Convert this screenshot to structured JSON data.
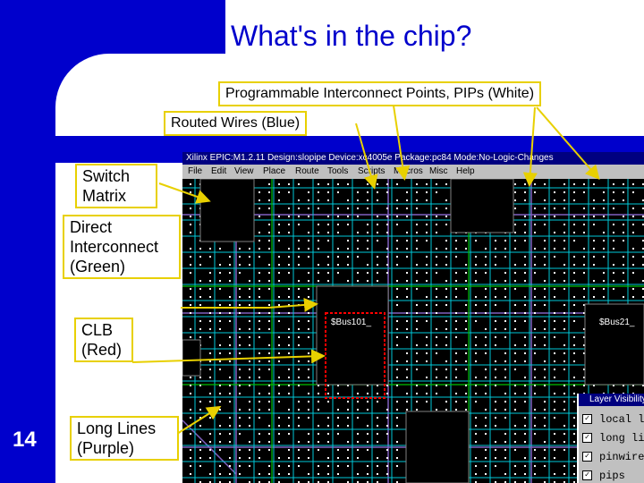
{
  "title": "What's in the chip?",
  "slide_number": "14",
  "callouts": {
    "pips": "Programmable Interconnect Points, PIPs (White)",
    "routed_wires": "Routed Wires (Blue)",
    "switch_matrix": "Switch Matrix",
    "direct_interconnect": "Direct Interconnect (Green)",
    "clb": "CLB (Red)",
    "long_lines": "Long Lines (Purple)"
  },
  "window": {
    "title": "Xilinx EPIC:M1.2.11 Design:slopipe Device:xc4005e Package:pc84 Mode:No-Logic-Changes",
    "menu": [
      "File",
      "Edit",
      "View",
      "Place",
      "Route",
      "Tools",
      "Scripts",
      "Macros",
      "Misc",
      "Help"
    ],
    "labels": {
      "bus101": "$Bus101_",
      "bus21": "$Bus21_"
    }
  },
  "layer_visibility": {
    "title": "Layer Visibility",
    "items": [
      {
        "label": "local lin",
        "checked": true
      },
      {
        "label": "long line",
        "checked": true
      },
      {
        "label": "pinwires",
        "checked": true
      },
      {
        "label": "pips",
        "checked": true
      }
    ]
  },
  "colors": {
    "brand_blue": "#0000cc",
    "callout_border": "#e8d000",
    "routed_wire": "#00c8d8",
    "clb": "#ff0000",
    "long_line": "#8060c0"
  }
}
